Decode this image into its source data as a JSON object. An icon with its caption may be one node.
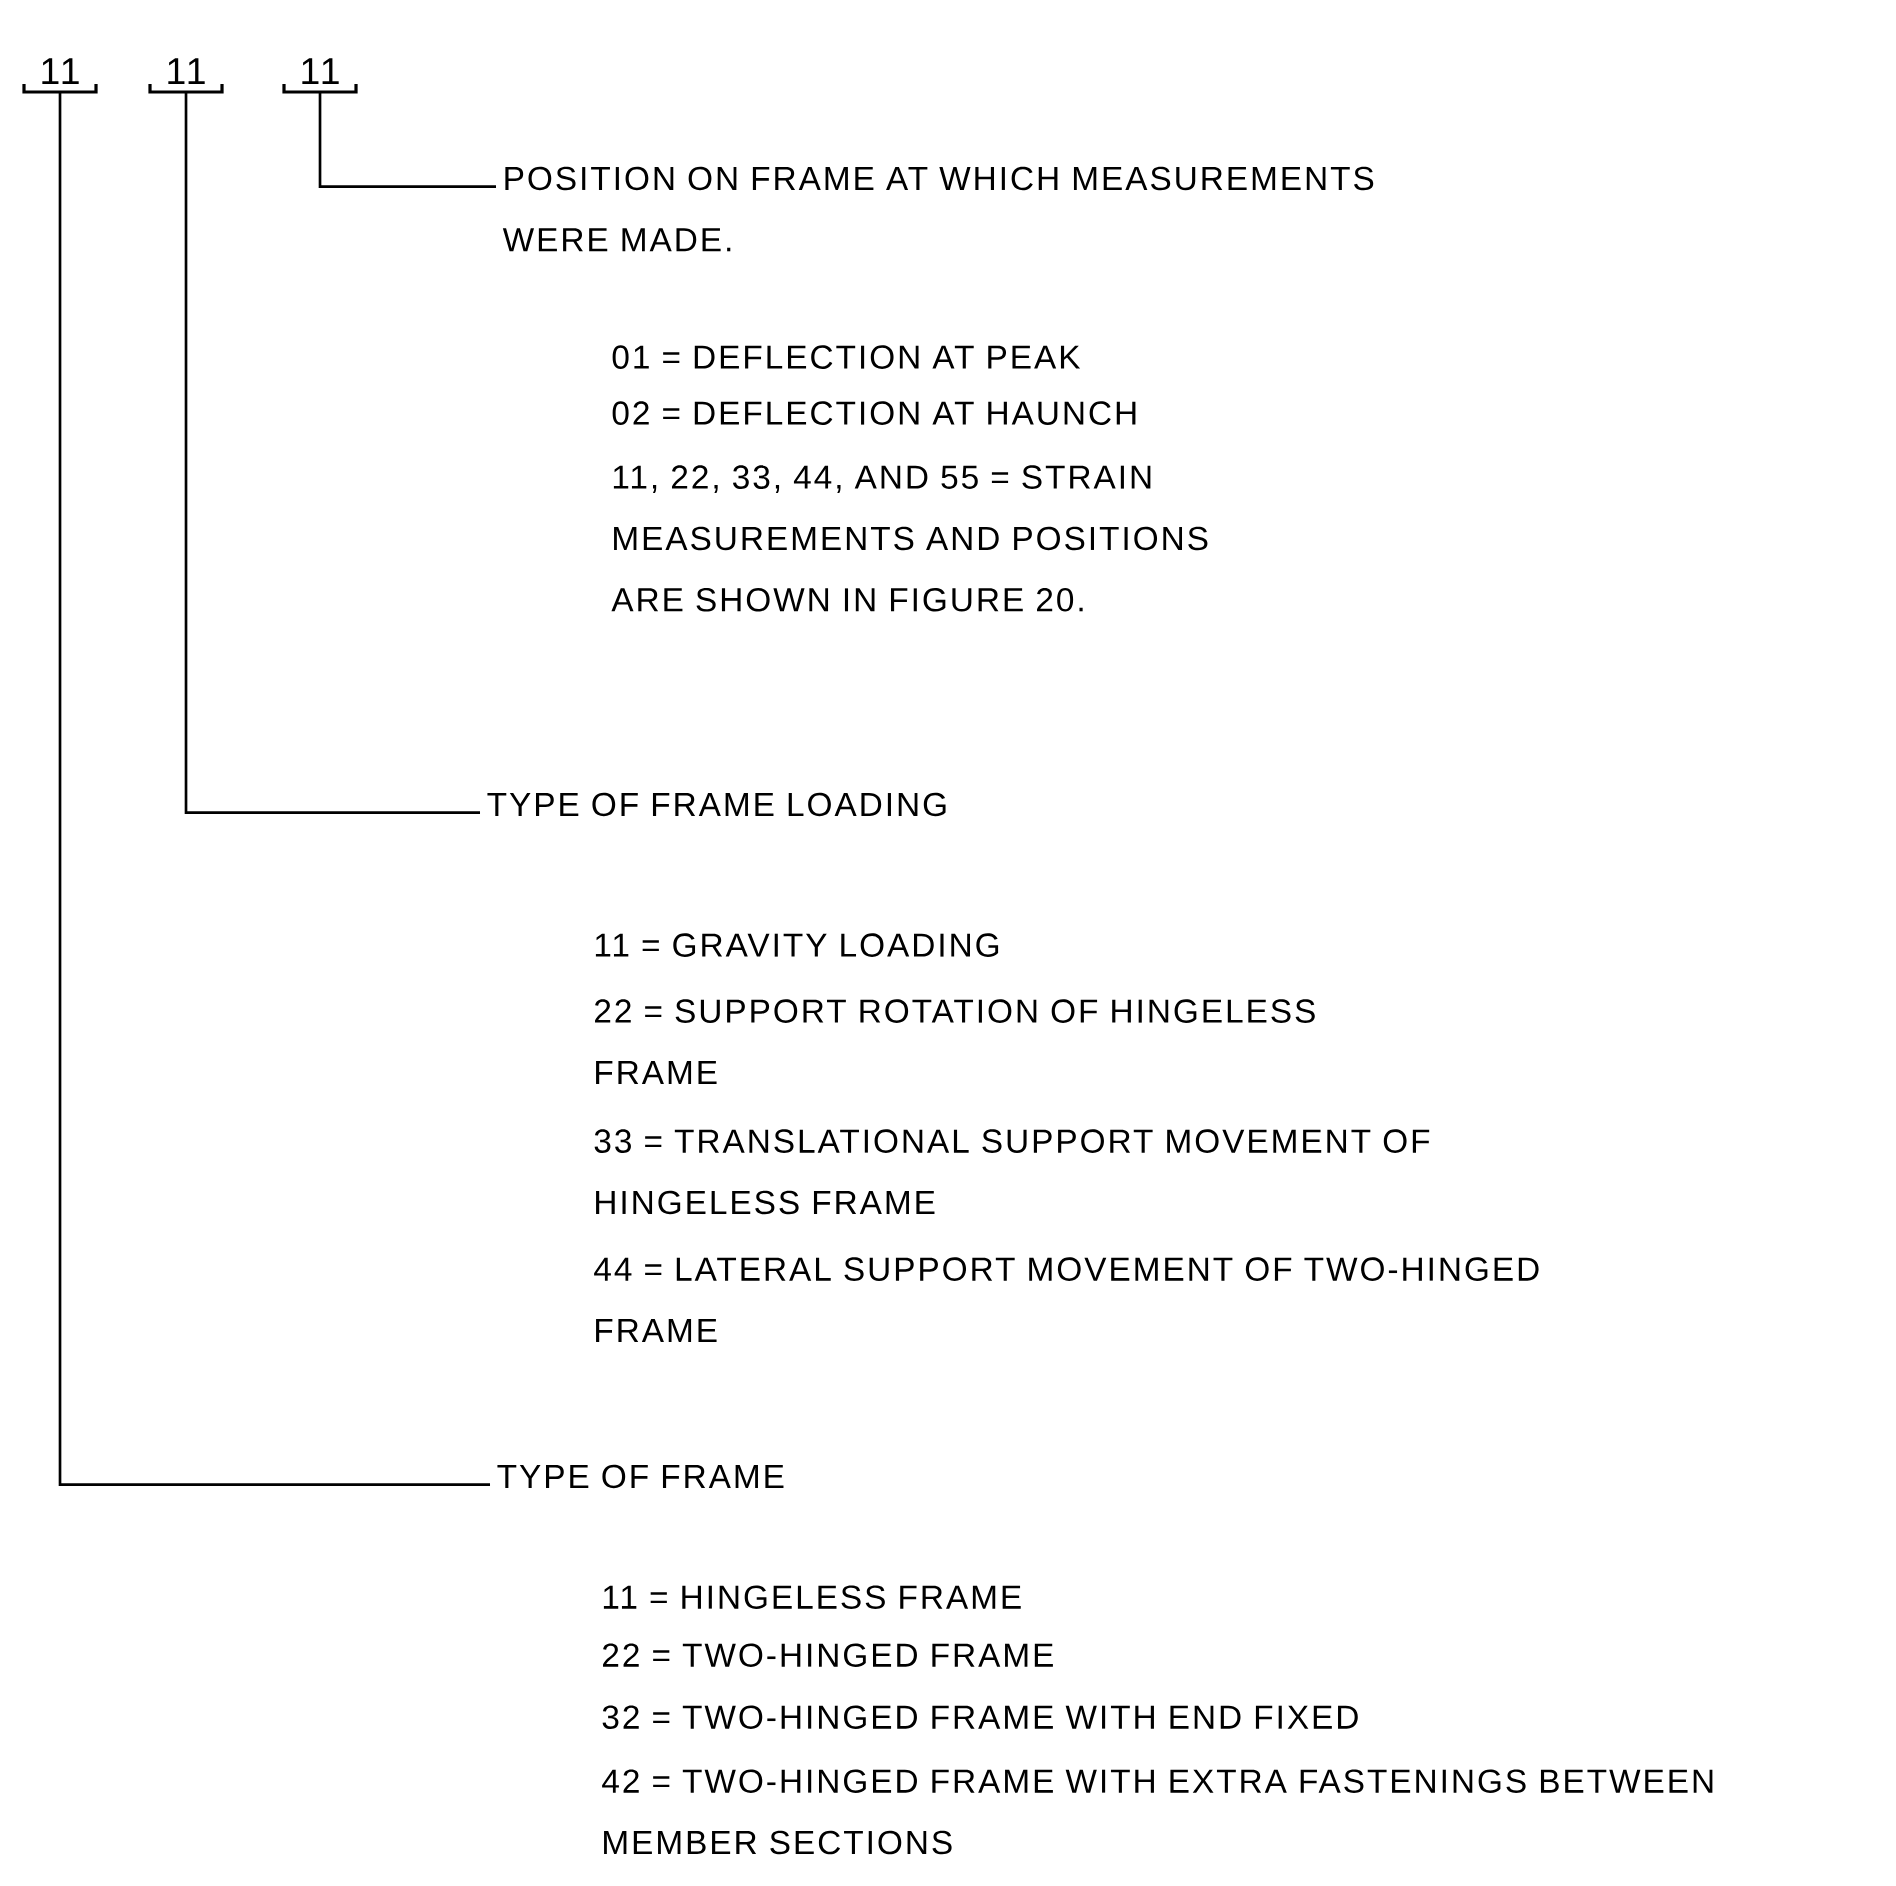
{
  "diagram": {
    "nodes": [
      {
        "text": [
          "11"
        ]
      },
      {
        "text": [
          "11"
        ]
      },
      {
        "text": [
          "11"
        ]
      },
      {
        "text": [
          "POSITION ON FRAME AT WHICH MEASUREMENTS WERE MADE."
        ]
      },
      {
        "text": [
          "TYPE OF FRAME LOADING"
        ]
      },
      {
        "text": [
          "TYPE OF FRAME"
        ]
      }
    ],
    "edges": [
      {
        "from": 2,
        "to": 3,
        "arrow": "none"
      },
      {
        "from": 1,
        "to": 4,
        "arrow": "none"
      },
      {
        "from": 0,
        "to": 5,
        "arrow": "none"
      }
    ],
    "labels": [
      "01 = DEFLECTION AT PEAK",
      "02 = DEFLECTION AT HAUNCH",
      "11, 22, 33, 44, AND 55 = STRAIN MEASUREMENTS AND POSITIONS ARE SHOWN IN FIGURE 20.",
      "11 = GRAVITY LOADING",
      "22 = SUPPORT ROTATION OF HINGELESS FRAME",
      "33 = TRANSLATIONAL SUPPORT MOVEMENT OF HINGELESS FRAME",
      "44 = LATERAL SUPPORT MOVEMENT OF TWO-HINGED FRAME",
      "11 = HINGELESS FRAME",
      "22 = TWO-HINGED FRAME",
      "32 = TWO-HINGED FRAME WITH END FIXED",
      "42 = TWO-HINGED FRAME WITH EXTRA FASTENINGS BETWEEN MEMBER SECTIONS"
    ]
  }
}
